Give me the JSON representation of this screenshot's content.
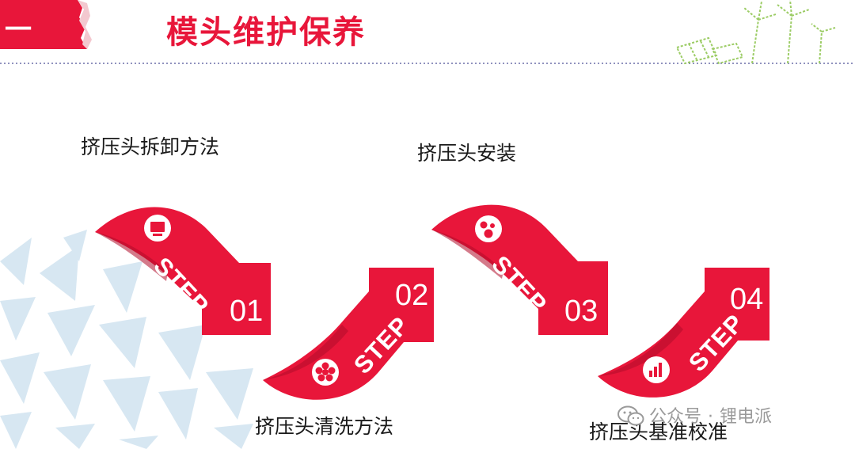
{
  "header": {
    "section_number": "一",
    "title": "模头维护保养"
  },
  "steps": [
    {
      "label": "挤压头拆卸方法",
      "step_word": "STEP",
      "number": "01",
      "icon": "monitor-icon"
    },
    {
      "label": "挤压头清洗方法",
      "step_word": "STEP",
      "number": "02",
      "icon": "flower-icon"
    },
    {
      "label": "挤压头安装",
      "step_word": "STEP",
      "number": "03",
      "icon": "circles-icon"
    },
    {
      "label": "挤压头基准校准",
      "step_word": "STEP",
      "number": "04",
      "icon": "bar-chart-icon"
    }
  ],
  "watermark": {
    "prefix": "公众号",
    "separator": "·",
    "name": "锂电派",
    "icon": "wechat-icon"
  },
  "colors": {
    "accent": "#e8163a",
    "label_text": "#1a1a1a",
    "triangles": "#d7e7f2",
    "decor_green": "#9ccc65"
  }
}
